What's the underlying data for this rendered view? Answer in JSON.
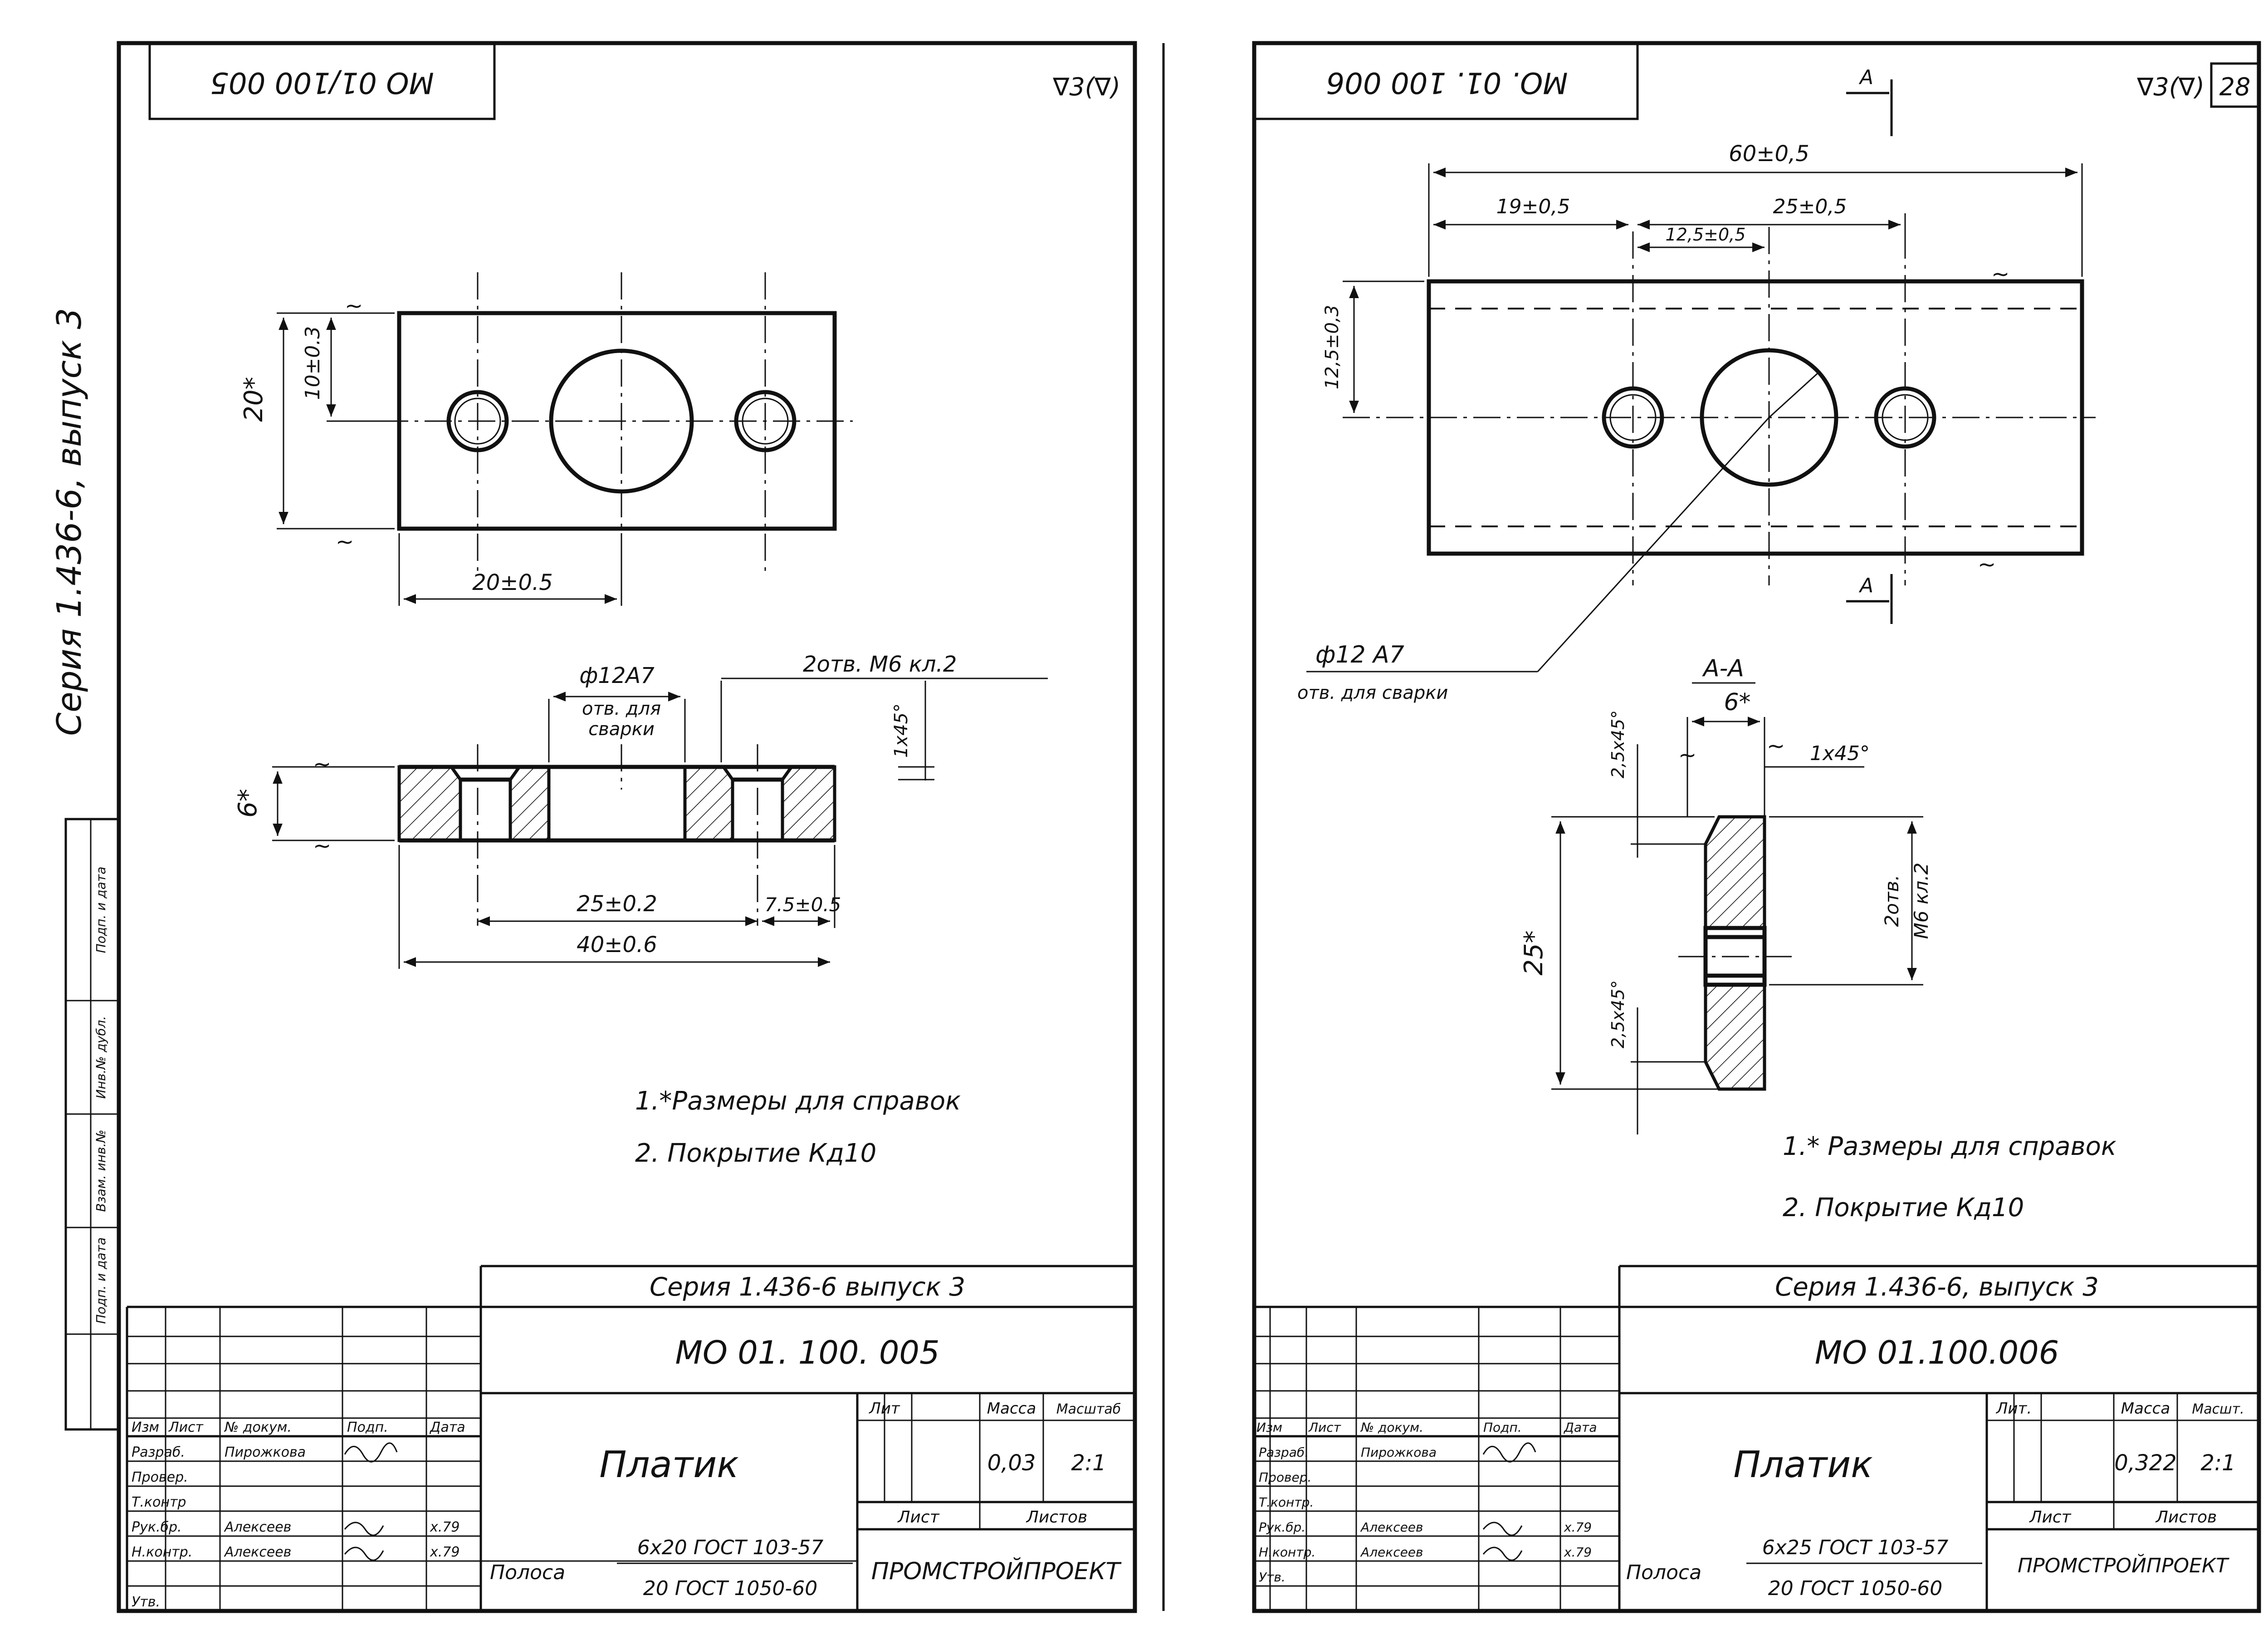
{
  "sheet_left": {
    "stamp_code": "МО 01/100 005",
    "roughness": "∇3(∇)",
    "series_vertical": "Серия 1.436-6, выпуск 3",
    "dims": {
      "height20": "20*",
      "half10": "10±0.3",
      "pitch20": "20±0.5",
      "thick6": "6*",
      "dia12": "ф12А7",
      "weld1": "отв. для",
      "weld2": "сварки",
      "holes": "2отв. М6 кл.2",
      "chamfer": "1х45°",
      "c25": "25±0.2",
      "c75": "7.5±0.5",
      "c40": "40±0.6"
    },
    "notes": [
      "1.*Размеры для справок",
      "2. Покрытие Кд10"
    ],
    "title_block": {
      "series": "Серия 1.436-6 выпуск 3",
      "doc_code": "МО 01. 100. 005",
      "name": "Платик",
      "col_lit": "Лит",
      "col_mass": "Масса",
      "col_scale": "Масштаб",
      "mass": "0,03",
      "scale": "2:1",
      "sheet": "Лист",
      "sheets": "Листов",
      "material_label": "Полоса",
      "material_top": "6х20 ГОСТ 103-57",
      "material_bottom": "20 ГОСТ 1050-60",
      "org": "ПРОМСТРОЙПРОЕКТ",
      "headers": [
        "Изм",
        "Лист",
        "№ докум.",
        "Подп.",
        "Дата"
      ],
      "roles": [
        "Разраб.",
        "Провер.",
        "Т.контр",
        "Рук.бр.",
        "Н.контр.",
        "Утв."
      ],
      "names": [
        "Пирожкова",
        "",
        "",
        "Алексеев",
        "Алексеев",
        ""
      ],
      "dates": [
        "",
        "",
        "",
        "х.79",
        "х.79",
        ""
      ]
    },
    "side_strip": [
      "Подп. и дата",
      "Инв.№ дубл.",
      "Взам. инв.№",
      "Подп. и дата"
    ]
  },
  "sheet_right": {
    "stamp_code": "МО. 01. 100 006",
    "section_mark": "А",
    "roughness": "∇3(∇)",
    "sheet_number": "28",
    "dims": {
      "c60": "60±0,5",
      "c19": "19±0,5",
      "c25": "25±0,5",
      "c125": "12,5±0,5",
      "v125": "12,5±0,3",
      "dia12": "ф12 А7",
      "weld": "отв. для сварки",
      "section": "А-А",
      "thick6": "6*",
      "chamfer": "1х45°",
      "ch25a": "2,5х45°",
      "ch25b": "2,5х45°",
      "height25": "25*",
      "holes1": "2отв.",
      "holes2": "М6 кл.2"
    },
    "notes": [
      "1.* Размеры для справок",
      "2. Покрытие Кд10"
    ],
    "title_block": {
      "series": "Серия 1.436-6, выпуск 3",
      "doc_code": "МО 01.100.006",
      "name": "Платик",
      "col_lit": "Лит.",
      "col_mass": "Масса",
      "col_scale": "Масшт.",
      "mass": "0,322",
      "scale": "2:1",
      "sheet": "Лист",
      "sheets": "Листов",
      "material_label": "Полоса",
      "material_top": "6х25 ГОСТ 103-57",
      "material_bottom": "20 ГОСТ 1050-60",
      "org": "ПРОМСТРОЙПРОЕКТ",
      "headers": [
        "Изм",
        "Лист",
        "№ докум.",
        "Подп.",
        "Дата"
      ],
      "roles": [
        "Разраб.",
        "Провер.",
        "Т.контр.",
        "Рук.бр.",
        "Н.контр.",
        "Утв."
      ],
      "names": [
        "Пирожкова",
        "",
        "",
        "Алексеев",
        "Алексеев",
        ""
      ],
      "dates": [
        "",
        "",
        "",
        "х.79",
        "х.79",
        ""
      ]
    }
  }
}
